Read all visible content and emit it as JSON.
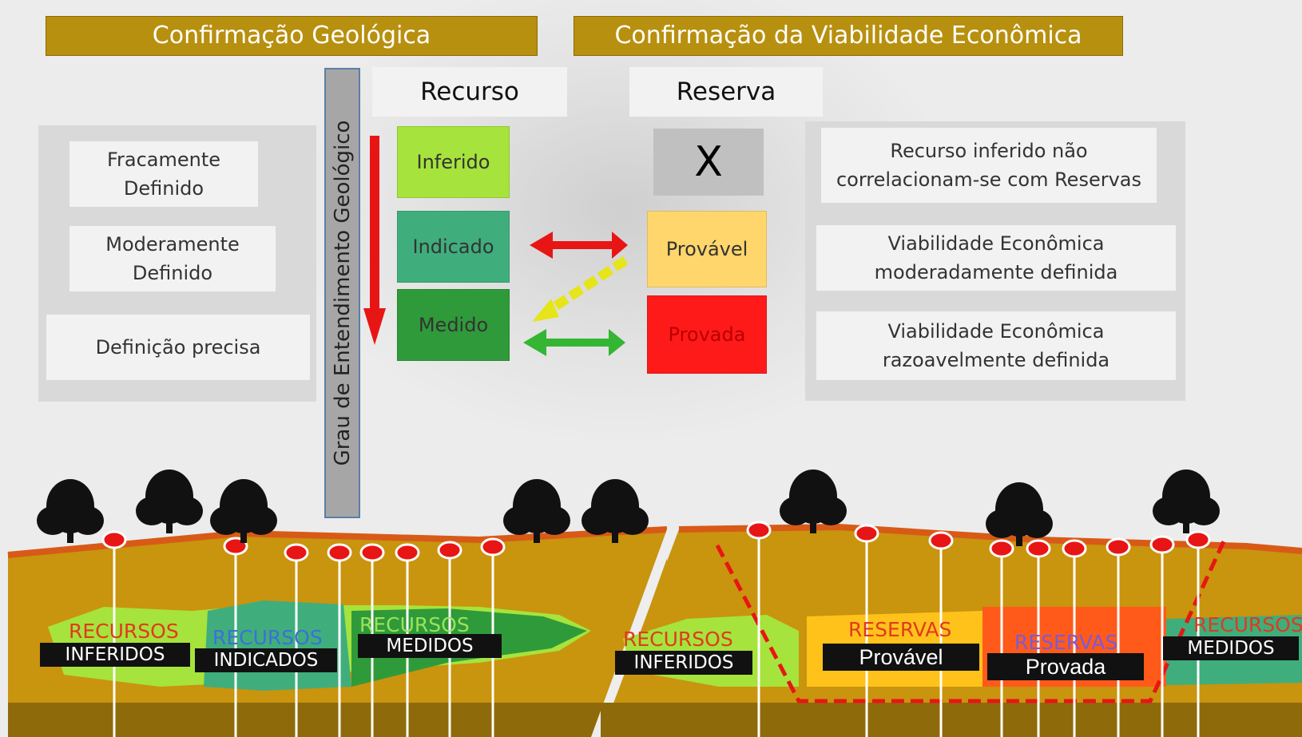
{
  "banners": {
    "left": "Confirmação Geológica",
    "right": "Confirmação da Viabilidade Econômica"
  },
  "headers": {
    "recurso": "Recurso",
    "reserva": "Reserva"
  },
  "vertical_label": "Grau de Entendimento Geológico",
  "left_panel": [
    "Fracamente\nDefinido",
    "Moderamente\nDefinido",
    "Definição precisa"
  ],
  "resource_classes": [
    "Inferido",
    "Indicado",
    "Medido"
  ],
  "reserve_classes": {
    "none": "X",
    "probable": "Provável",
    "proven": "Provada"
  },
  "right_panel": [
    "Recurso inferido não\ncorrelacionam-se com Reservas",
    "Viabilidade Econômica\nmoderadamente definida",
    "Viabilidade Econômica\nrazoavelmente definida"
  ],
  "cross_section": {
    "left": {
      "inferidos": {
        "top": "RECURSOS",
        "bottom": "INFERIDOS"
      },
      "indicados": {
        "top": "RECURSOS",
        "bottom": "INDICADOS"
      },
      "medidos": {
        "top": "RECURSOS",
        "bottom": "MEDIDOS"
      }
    },
    "right": {
      "inferidos": {
        "top": "RECURSOS",
        "bottom": "INFERIDOS"
      },
      "provavel": {
        "top": "RESERVAS",
        "bottom": "Provável"
      },
      "provada": {
        "top": "RESERVAS",
        "bottom": "Provada"
      },
      "medidos": {
        "top": "RECURSOS",
        "bottom": "MEDIDOS"
      }
    }
  },
  "colors": {
    "banner": "#b8900f",
    "inferido": "#a6e33c",
    "indicado": "#3fae7c",
    "medido": "#2f9a3a",
    "provavel": "#ffd66b",
    "provada": "#ff1a1a",
    "ground": "#c9940e",
    "arrow_red": "#e81515",
    "arrow_yellow": "#e5e51a",
    "arrow_green": "#34b534"
  }
}
